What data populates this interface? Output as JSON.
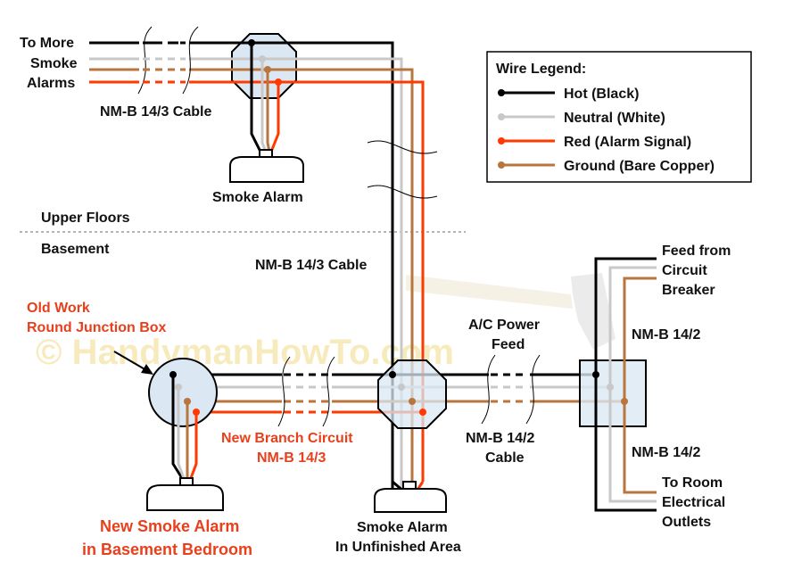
{
  "colors": {
    "hot": "#000000",
    "neutral": "#c8c8c8",
    "red": "#ff3a00",
    "ground": "#b8763e",
    "text": "#111111",
    "accent_text": "#e8401c",
    "box_fill": "#dbe8f4"
  },
  "watermark": "© HandymanHowTo.com",
  "legend": {
    "title": "Wire Legend:",
    "items": [
      {
        "label": "Hot (Black)",
        "color": "#000000"
      },
      {
        "label": "Neutral (White)",
        "color": "#c8c8c8"
      },
      {
        "label": "Red (Alarm Signal)",
        "color": "#ff3a00"
      },
      {
        "label": "Ground (Bare Copper)",
        "color": "#b8763e"
      }
    ]
  },
  "labels": {
    "to_more_1": "To More",
    "to_more_2": "Smoke",
    "to_more_3": "Alarms",
    "nm_143_top": "NM-B 14/3 Cable",
    "smoke_alarm_top": "Smoke Alarm",
    "upper_floors": "Upper Floors",
    "basement": "Basement",
    "nm_143_mid": "NM-B 14/3 Cable",
    "old_work_1": "Old Work",
    "old_work_2": "Round Junction Box",
    "ac_power_1": "A/C Power",
    "ac_power_2": "Feed",
    "feed_1": "Feed from",
    "feed_2": "Circuit",
    "feed_3": "Breaker",
    "nm_142_upper": "NM-B 14/2",
    "nm_142_lower": "NM-B 14/2",
    "branch_1": "New Branch Circuit",
    "branch_2": "NM-B 14/3",
    "nm_142_cable_1": "NM-B 14/2",
    "nm_142_cable_2": "Cable",
    "to_room_1": "To Room",
    "to_room_2": "Electrical",
    "to_room_3": "Outlets",
    "new_alarm_1": "New  Smoke Alarm",
    "new_alarm_2": "in Basement Bedroom",
    "unfinished_1": "Smoke Alarm",
    "unfinished_2": "In Unfinished Area"
  }
}
